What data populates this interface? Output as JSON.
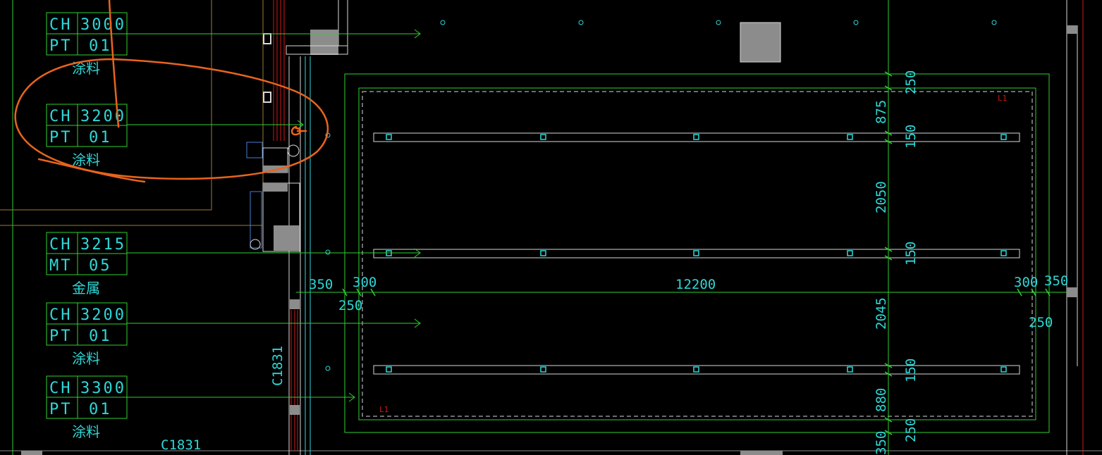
{
  "colors": {
    "background": "#000000",
    "green": "#2fd12f",
    "cyan": "#2fd7d7",
    "white": "#d8d8d8",
    "gray": "#8c8c8c",
    "orange": "#e8641e",
    "red": "#d01818",
    "tan": "#9c7a3c"
  },
  "ceiling_tags": [
    {
      "ch": "CH",
      "height": "3000",
      "code": "PT",
      "num": "01",
      "material": "涂料"
    },
    {
      "ch": "CH",
      "height": "3200",
      "code": "PT",
      "num": "01",
      "material": "涂料"
    },
    {
      "ch": "CH",
      "height": "3215",
      "code": "MT",
      "num": "05",
      "material": "金属"
    },
    {
      "ch": "CH",
      "height": "3200",
      "code": "PT",
      "num": "01",
      "material": "涂料"
    },
    {
      "ch": "CH",
      "height": "3300",
      "code": "PT",
      "num": "01",
      "material": "涂料"
    }
  ],
  "window_labels": {
    "vertical": "C1831",
    "bottom": "C1831"
  },
  "layer_marks": {
    "top_right": "L1",
    "bottom_left": "L1"
  },
  "horizontal_dims": {
    "left_350": "350",
    "left_300": "300",
    "left_250": "250",
    "main": "12200",
    "right_300": "300",
    "right_350": "350",
    "right_250": "250"
  },
  "vertical_dims": {
    "d250_top": "250",
    "d875": "875",
    "d150_a": "150",
    "d2050": "2050",
    "d150_b": "150",
    "d2045": "2045",
    "d150_c": "150",
    "d880": "880",
    "d250_bottom": "250",
    "d350_bottom": "350"
  }
}
